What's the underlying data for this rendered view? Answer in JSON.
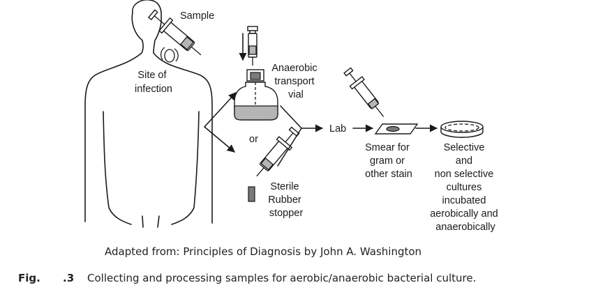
{
  "labels": {
    "sample": "Sample",
    "site": [
      "Site of",
      "infection"
    ],
    "vial": [
      "Anaerobic",
      "transport",
      "vial"
    ],
    "or": "or",
    "stopper": [
      "Sterile",
      "Rubber",
      "stopper"
    ],
    "lab": "Lab",
    "smear": [
      "Smear for",
      "gram or",
      "other stain"
    ],
    "cultures": [
      "Selective",
      "and",
      "non selective",
      "cultures",
      "incubated",
      "aerobically and",
      "anaerobically"
    ]
  },
  "credit": "Adapted from: Principles of Diagnosis by John A. Washington",
  "caption": {
    "prefix": "Fig.",
    "number": ".3",
    "text": "Collecting and processing samples for aerobic/anaerobic bacterial culture."
  }
}
